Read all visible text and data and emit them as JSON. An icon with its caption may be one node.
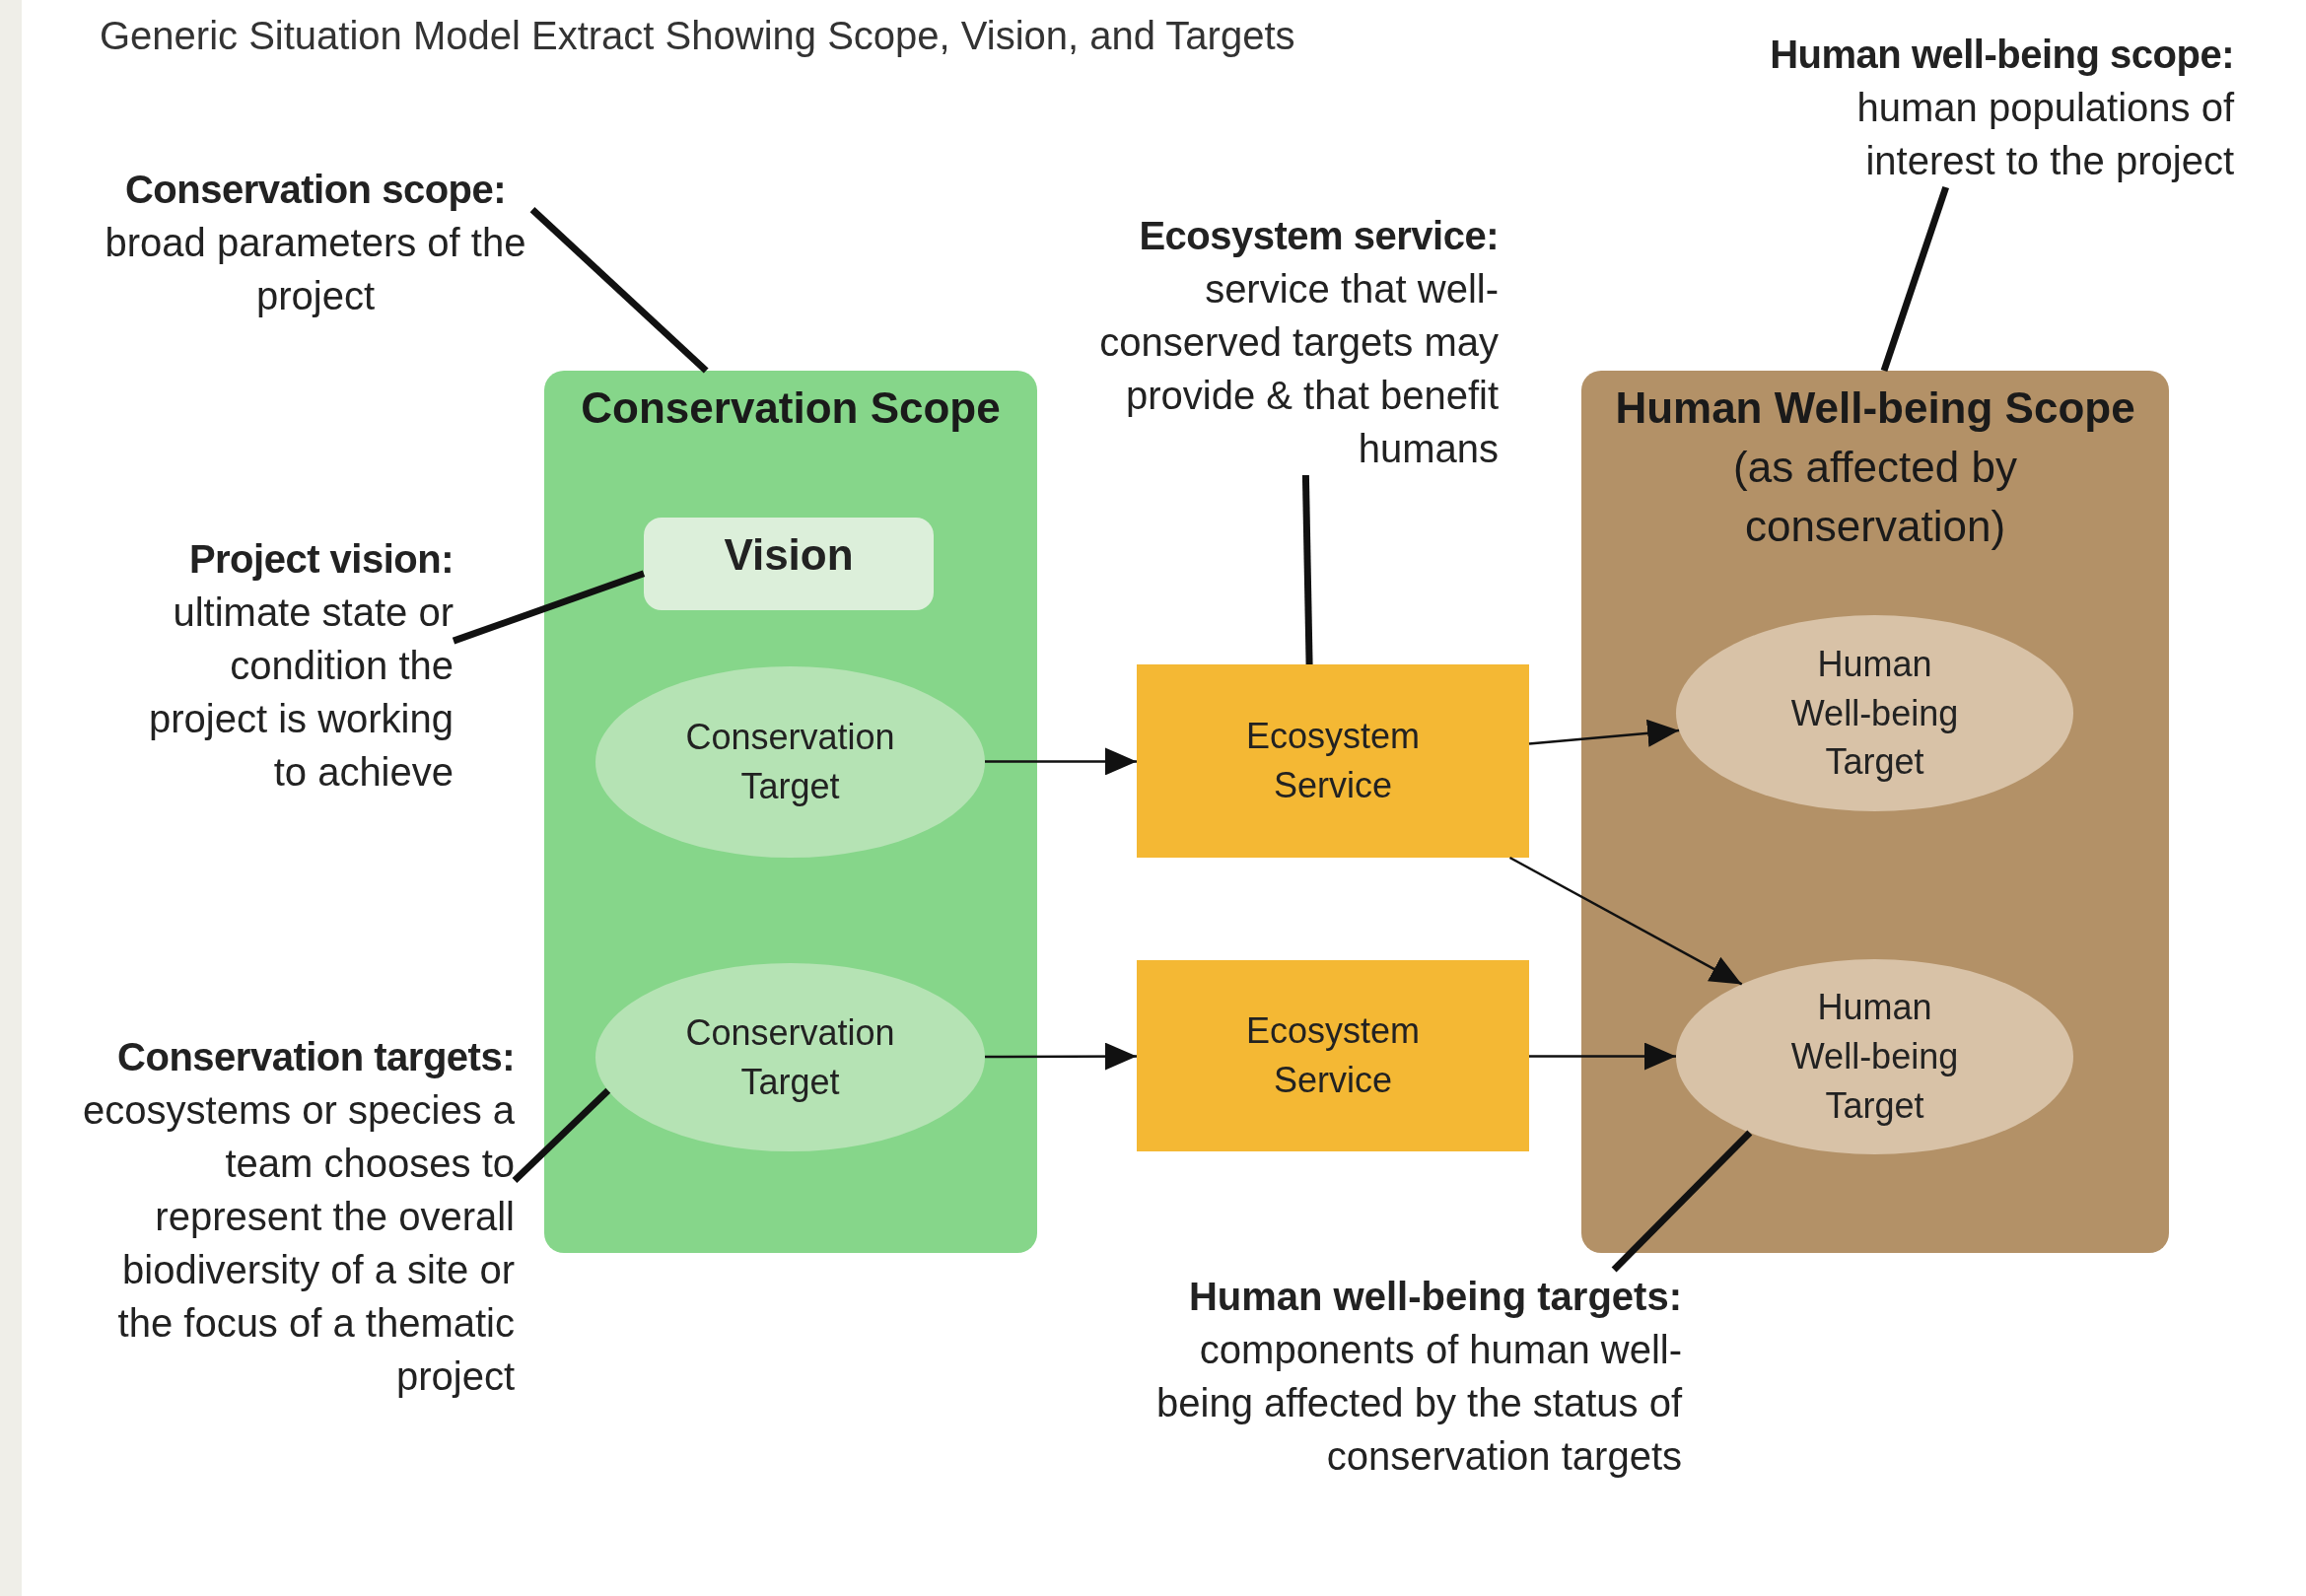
{
  "diagram": {
    "title": "Generic Situation Model Extract Showing Scope, Vision, and Targets",
    "nodes": [
      {
        "text": [
          "Conservation Scope"
        ]
      },
      {
        "text": [
          "Vision"
        ],
        "in": 0
      },
      {
        "text": [
          "Conservation Target"
        ],
        "in": 0
      },
      {
        "text": [
          "Conservation Target"
        ],
        "in": 0
      },
      {
        "text": [
          "Ecosystem Service"
        ]
      },
      {
        "text": [
          "Ecosystem Service"
        ]
      },
      {
        "text": [
          "**Human Well-being Scope** (as affected by conservation)"
        ]
      },
      {
        "text": [
          "Human Well-being Target"
        ],
        "in": 6
      },
      {
        "text": [
          "Human Well-being Target"
        ],
        "in": 6
      },
      {
        "text": [
          "Conservation scope:",
          "broad parameters of the project"
        ]
      },
      {
        "text": [
          "Project vision:",
          "ultimate state or condition the project is working to achieve"
        ]
      },
      {
        "text": [
          "Conservation targets:",
          "ecosystems or species a team chooses to represent the overall biodiversity of a site or the focus of a thematic project"
        ]
      },
      {
        "text": [
          "Ecosystem service:",
          "service that well-conserved targets may provide & that benefit humans"
        ]
      },
      {
        "text": [
          "Human well-being scope:",
          "human populations of interest to the project"
        ]
      },
      {
        "text": [
          "**Human well-being targets:** components of human well-being affected by the status of conservation targets"
        ]
      }
    ],
    "edges": [
      {
        "from": 2,
        "to": 4,
        "arrow": "to"
      },
      {
        "from": 3,
        "to": 5,
        "arrow": "to"
      },
      {
        "from": 4,
        "to": 7,
        "arrow": "to"
      },
      {
        "from": 4,
        "to": 8,
        "arrow": "to"
      },
      {
        "from": 5,
        "to": 8,
        "arrow": "to"
      },
      {
        "from": 9,
        "to": 0,
        "arrow": "none"
      },
      {
        "from": 10,
        "to": 1,
        "arrow": "none"
      },
      {
        "from": 11,
        "to": 3,
        "arrow": "none"
      },
      {
        "from": 12,
        "to": 4,
        "arrow": "none"
      },
      {
        "from": 13,
        "to": 6,
        "arrow": "none"
      },
      {
        "from": 14,
        "to": 8,
        "arrow": "none"
      }
    ]
  }
}
